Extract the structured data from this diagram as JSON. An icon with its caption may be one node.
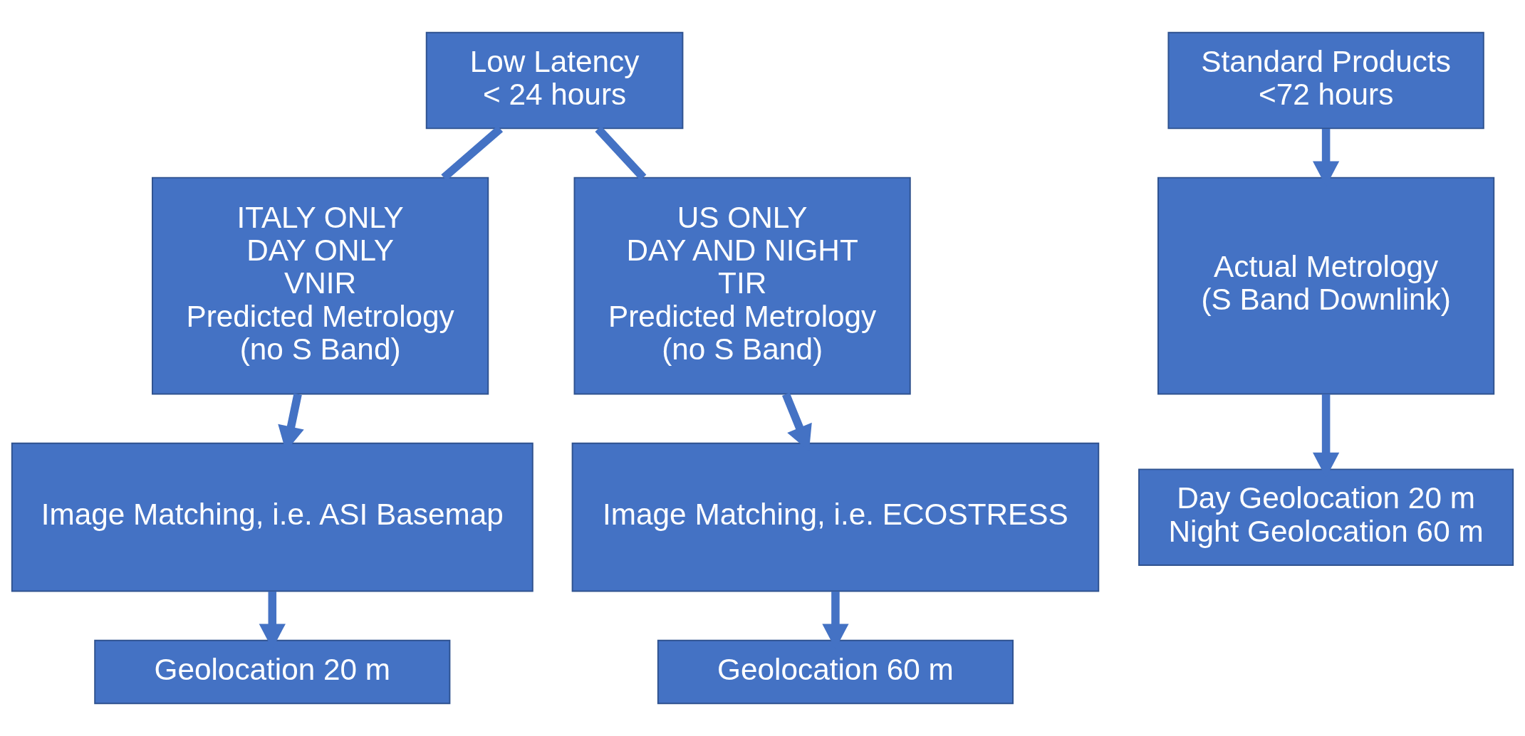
{
  "diagram": {
    "nodes": [
      {
        "text": [
          "Low Latency",
          "< 24 hours"
        ]
      },
      {
        "text": [
          "ITALY ONLY",
          "DAY ONLY",
          "VNIR",
          "Predicted Metrology",
          "(no S Band)"
        ]
      },
      {
        "text": [
          "US ONLY",
          "DAY AND NIGHT",
          "TIR",
          "Predicted Metrology",
          "(no S Band)"
        ]
      },
      {
        "text": [
          "Image Matching, i.e. ASI Basemap"
        ]
      },
      {
        "text": [
          "Image Matching, i.e. ECOSTRESS"
        ]
      },
      {
        "text": [
          "Geolocation 20 m"
        ]
      },
      {
        "text": [
          "Geolocation 60 m"
        ]
      },
      {
        "text": [
          "Standard Products",
          "<72 hours"
        ]
      },
      {
        "text": [
          "Actual Metrology",
          "(S Band Downlink)"
        ]
      },
      {
        "text": [
          "Day Geolocation 20 m",
          "Night Geolocation 60 m"
        ]
      }
    ],
    "edges": [
      {
        "from": 0,
        "to": 1,
        "arrow": "none"
      },
      {
        "from": 0,
        "to": 2,
        "arrow": "none"
      },
      {
        "from": 1,
        "to": 3,
        "arrow": "to"
      },
      {
        "from": 2,
        "to": 4,
        "arrow": "to"
      },
      {
        "from": 3,
        "to": 5,
        "arrow": "to"
      },
      {
        "from": 4,
        "to": 6,
        "arrow": "to"
      },
      {
        "from": 7,
        "to": 8,
        "arrow": "to"
      },
      {
        "from": 8,
        "to": 9,
        "arrow": "to"
      }
    ]
  }
}
